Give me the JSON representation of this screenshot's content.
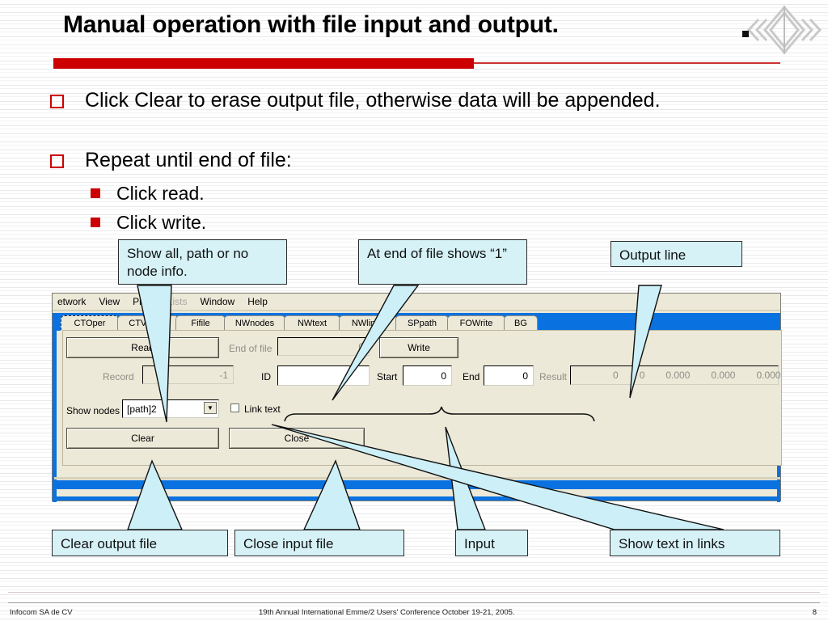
{
  "slide": {
    "title": "Manual operation with file input and output.",
    "logo_icon": "diamond-chevron-logo"
  },
  "bullets": [
    {
      "level": 1,
      "text": "Click Clear to erase output file, otherwise data will be appended."
    },
    {
      "level": 1,
      "text": "Repeat until end of file:"
    },
    {
      "level": 2,
      "text": "Click read."
    },
    {
      "level": 2,
      "text": "Click write."
    }
  ],
  "callouts": [
    {
      "id": "show-nodes",
      "text": "Show all, path or no node info."
    },
    {
      "id": "end-of-file",
      "text": "At end of file shows “1”"
    },
    {
      "id": "output-line",
      "text": "Output line"
    },
    {
      "id": "clear-output",
      "text": "Clear output file"
    },
    {
      "id": "close-input",
      "text": "Close input file"
    },
    {
      "id": "input",
      "text": "Input"
    },
    {
      "id": "show-text-links",
      "text": "Show text in links"
    }
  ],
  "app": {
    "menu": [
      {
        "label": "etwork",
        "enabled": true
      },
      {
        "label": "View",
        "enabled": true
      },
      {
        "label": "Plots",
        "enabled": true
      },
      {
        "label": "Lists",
        "enabled": false
      },
      {
        "label": "Window",
        "enabled": true
      },
      {
        "label": "Help",
        "enabled": true
      }
    ],
    "tabs": [
      {
        "label": "CTOper",
        "selected": true
      },
      {
        "label": "CTValues",
        "selected": false
      },
      {
        "label": "Fifile",
        "selected": false
      },
      {
        "label": "NWnodes",
        "selected": false
      },
      {
        "label": "NWtext",
        "selected": false
      },
      {
        "label": "NWlinks",
        "selected": false
      },
      {
        "label": "SPpath",
        "selected": false
      },
      {
        "label": "FOWrite",
        "selected": false
      },
      {
        "label": "BG",
        "selected": false
      }
    ],
    "buttons": {
      "read": "Read",
      "write": "Write",
      "clear": "Clear",
      "close": "Close"
    },
    "fields": {
      "record_label": "Record",
      "record_value": "-1",
      "show_nodes_label": "Show nodes",
      "show_nodes_value": "[path]2",
      "end_of_file_label": "End of file",
      "end_of_file_value": "0",
      "id_label": "ID",
      "id_value": "",
      "start_label": "Start",
      "start_value": "0",
      "end_label": "End",
      "end_value": "0",
      "result_label": "Result",
      "result_values": [
        "0",
        "0",
        "0.000",
        "0.000",
        "0.000"
      ],
      "link_text_label": "Link text",
      "link_text_checked": false
    }
  },
  "footer": {
    "left": "Infocom SA de CV",
    "center": "19th Annual International Emme/2 Users' Conference October 19-21, 2005.",
    "page": "8"
  },
  "colors": {
    "accent_red": "#cc0000",
    "callout_fill": "#d6f2f7",
    "window_blue": "#0a72e0",
    "dialog_face": "#ece9d8"
  }
}
